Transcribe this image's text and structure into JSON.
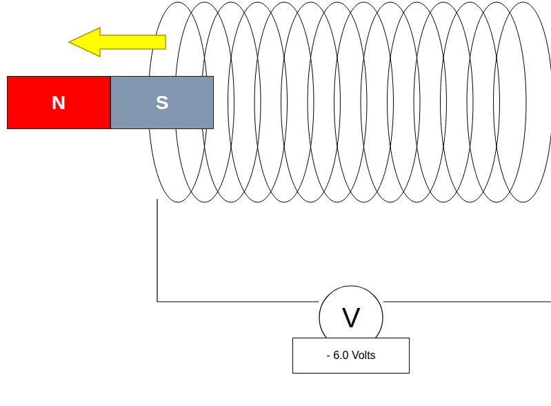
{
  "diagram": {
    "nodes": [
      {
        "text": [
          "N"
        ]
      },
      {
        "text": [
          "S"
        ]
      },
      {
        "text": [
          "V"
        ]
      },
      {
        "text": [
          "- 6.0 Volts"
        ]
      }
    ]
  }
}
